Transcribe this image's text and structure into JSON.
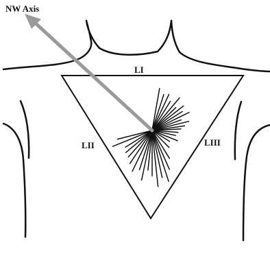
{
  "labels": {
    "axis": "NW Axis",
    "lead_i": "LI",
    "lead_ii": "LII",
    "lead_iii": "LIII"
  },
  "colors": {
    "outline": "#111111",
    "axis_arrow": "#9a9a9a",
    "background": "#ffffff"
  }
}
